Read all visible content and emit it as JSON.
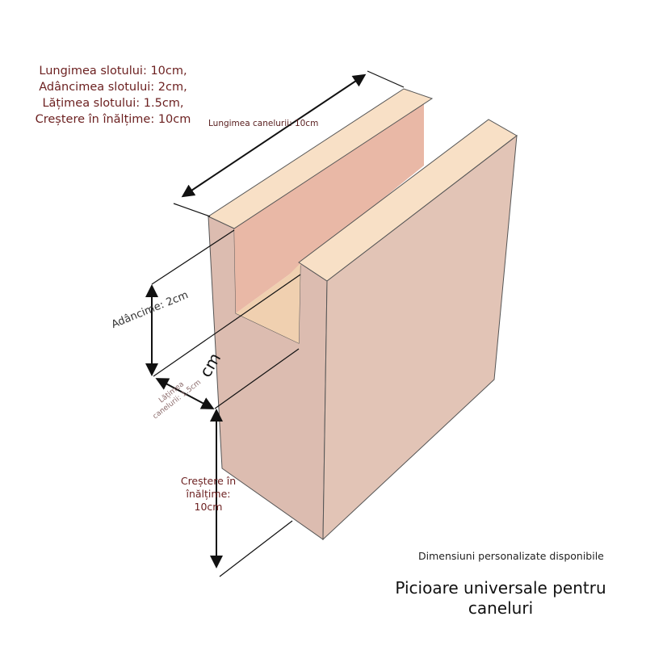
{
  "specs": {
    "lines": [
      "Lungimea slotului: 10cm,",
      "Adâncimea slotului: 2cm,",
      "Lățimea slotului: 1.5cm,",
      "Creștere în înălțime: 10cm"
    ]
  },
  "labels": {
    "length": "Lungimea canelurii: 10cm",
    "depth": "Adâncime: 2cm",
    "width_line1": "Lățimea",
    "width_line2": "canelurii: 1.5cm",
    "cm": "cm",
    "height_line1": "Creștere în",
    "height_line2": "înălțime:",
    "height_line3": "10cm"
  },
  "footer": {
    "custom": "Dimensiuni personalizate disponibile",
    "title_line1": "Picioare universale pentru",
    "title_line2": "caneluri"
  },
  "colors": {
    "wood_face": "#e0c2b4",
    "wood_top": "#f7dcc4",
    "slot": "#eab9a6",
    "text_accent": "#6b1f1f"
  }
}
